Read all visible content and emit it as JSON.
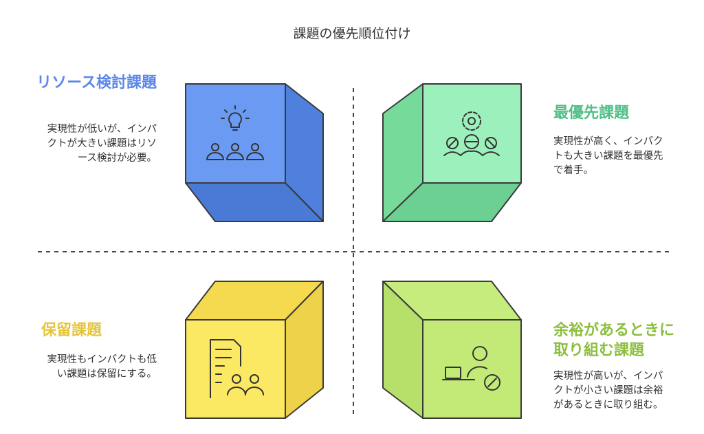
{
  "title": "課題の優先順位付け",
  "colors": {
    "blue": "#5b8ff0",
    "green": "#8fe9b0",
    "yellow": "#fbe863",
    "lime": "#c3ea76",
    "blue_text": "#5b87e9",
    "green_text": "#4fbf85",
    "yellow_text": "#e6c43a",
    "lime_text": "#8cbf3d"
  },
  "quadrants": {
    "top_left": {
      "title": "リソース検討課題",
      "description": "実現性が低いが、インパクトが大きい課題はリソース検討が必要。",
      "icon": "lightbulb-people-icon"
    },
    "top_right": {
      "title": "最優先課題",
      "description": "実現性が高く、インパクトも大きい課題を最優先で着手。",
      "icon": "gear-team-icon"
    },
    "bottom_left": {
      "title": "保留課題",
      "description": "実現性もインパクトも低い課題は保留にする。",
      "icon": "document-people-icon"
    },
    "bottom_right": {
      "title": "余裕があるときに取り組む課題",
      "description": "実現性が高いが、インパクトが小さい課題は余裕があるときに取り組む。",
      "icon": "laptop-person-icon"
    }
  }
}
